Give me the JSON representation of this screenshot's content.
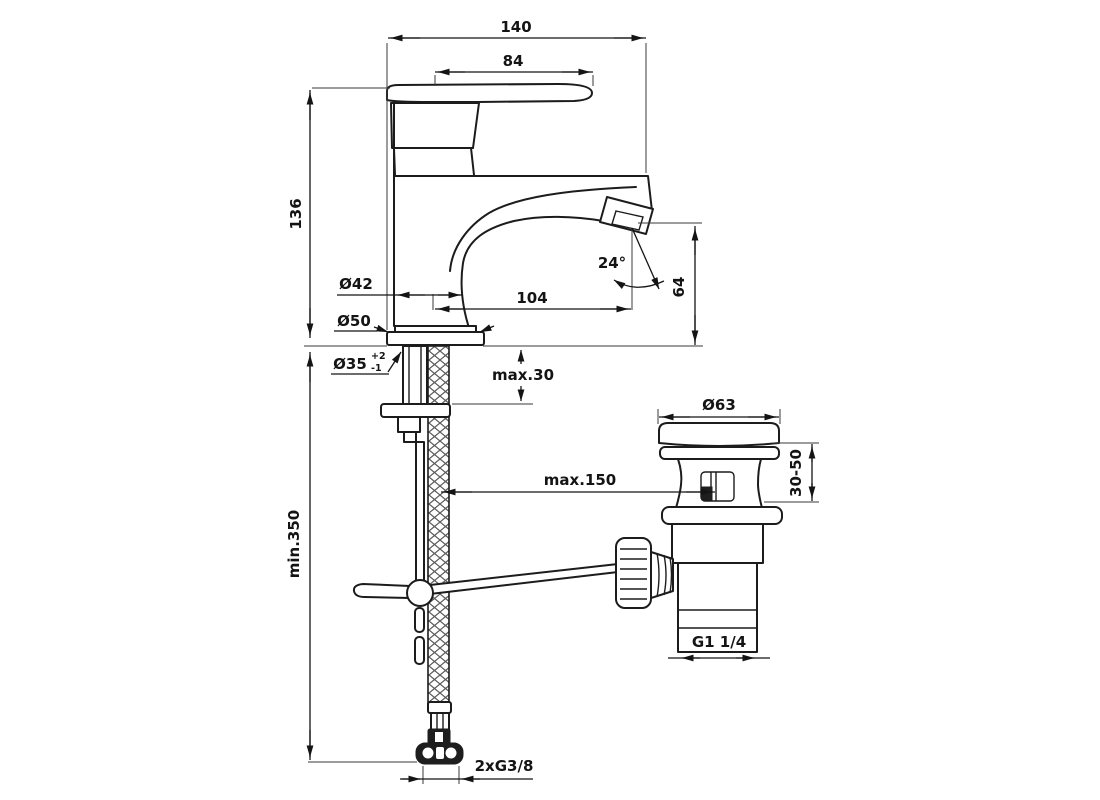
{
  "drawing": {
    "type": "technical-dimension-diagram",
    "subject": "Single-lever basin mixer tap with flexible supply hose and pop-up waste drain, side view",
    "units": "mm",
    "line_color": "#1c1c1c",
    "background": "#ffffff",
    "dimensions": {
      "overall_width": "140",
      "handle_length": "84",
      "body_height": "136",
      "body_diameter": "Ø42",
      "base_diameter": "Ø50",
      "hole_diameter": "Ø35",
      "hole_tol_plus": "+2",
      "hole_tol_minus": "-1",
      "spout_reach": "104",
      "spout_angle": "24°",
      "outlet_height": "64",
      "deck_thickness_max": "max.30",
      "rod_reach_max": "max.150",
      "hose_length_min": "min.350",
      "waste_flange_diameter": "Ø63",
      "waste_clamp_range": "30-50",
      "waste_thread": "G1 1/4",
      "supply_thread": "2xG3/8"
    }
  }
}
